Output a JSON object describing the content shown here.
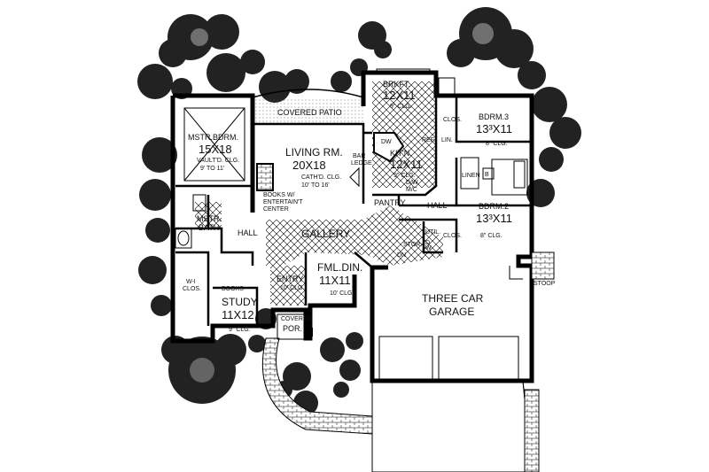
{
  "rooms": {
    "covered_patio": "COVERED PATIO",
    "brkft": "BRKFT.",
    "brkft_size": "12X11",
    "brkft_clg": "9\" CLG.",
    "mstr_bdrm": "MSTR.BDRM.",
    "mstr_bdrm_size": "15X18",
    "mstr_bdrm_clg1": "VAULT'D. CLG.",
    "mstr_bdrm_clg2": "9' TO 11'",
    "living": "LIVING RM.",
    "living_size": "20X18",
    "living_clg": "CATH'D. CLG.",
    "living_clg2": "10' TO 16'",
    "bar_ledge1": "BAR",
    "bar_ledge2": "LEDGE",
    "kitchen": "KIT'N.",
    "kitchen_size": "12X11",
    "kitchen_clg": "9\" CLG.",
    "bdrm3": "BDRM.3",
    "bdrm3_size": "13³X11",
    "bdrm3_clg": "8\" CLG.",
    "bdrm2": "BDRM.2",
    "bdrm2_size": "13³X11",
    "bdrm2_clg": "8\" CLG.",
    "mstr_bath1": "MSTR.",
    "mstr_bath2": "BATH",
    "hall_left": "HALL",
    "hall_right": "HALL",
    "books_ent1": "BOOKS W/",
    "books_ent2": "ENTERTAIN'T",
    "books_ent3": "CENTER",
    "gallery": "GALLERY",
    "pantry": "PANTRY",
    "entry": "ENTRY",
    "entry_clg": "10' CLG.",
    "fml_din": "FML.DIN.",
    "fml_din_size": "11X11",
    "fml_din_clg": "10' CLG.",
    "study": "STUDY",
    "study_size": "11X12",
    "study_clg": "9\" CLG.",
    "covered_por1": "COVERED",
    "covered_por2": "POR.",
    "books": "BOOKS",
    "wi_clos1": "W-I",
    "wi_clos2": "CLOS.",
    "garage1": "THREE CAR",
    "garage2": "GARAGE",
    "stoop": "STOOP",
    "linen": "LINEN",
    "lin": "LIN.",
    "clos_a": "CLOS.",
    "clos_b": "CLOS.",
    "util": "UTIL.",
    "dw": "DW",
    "ref": "REF.",
    "mc1": "D/W",
    "mc2": "M/C",
    "stor": "STOR.",
    "d": "D",
    "w": "W",
    "b": "B",
    "dn": "DN"
  }
}
